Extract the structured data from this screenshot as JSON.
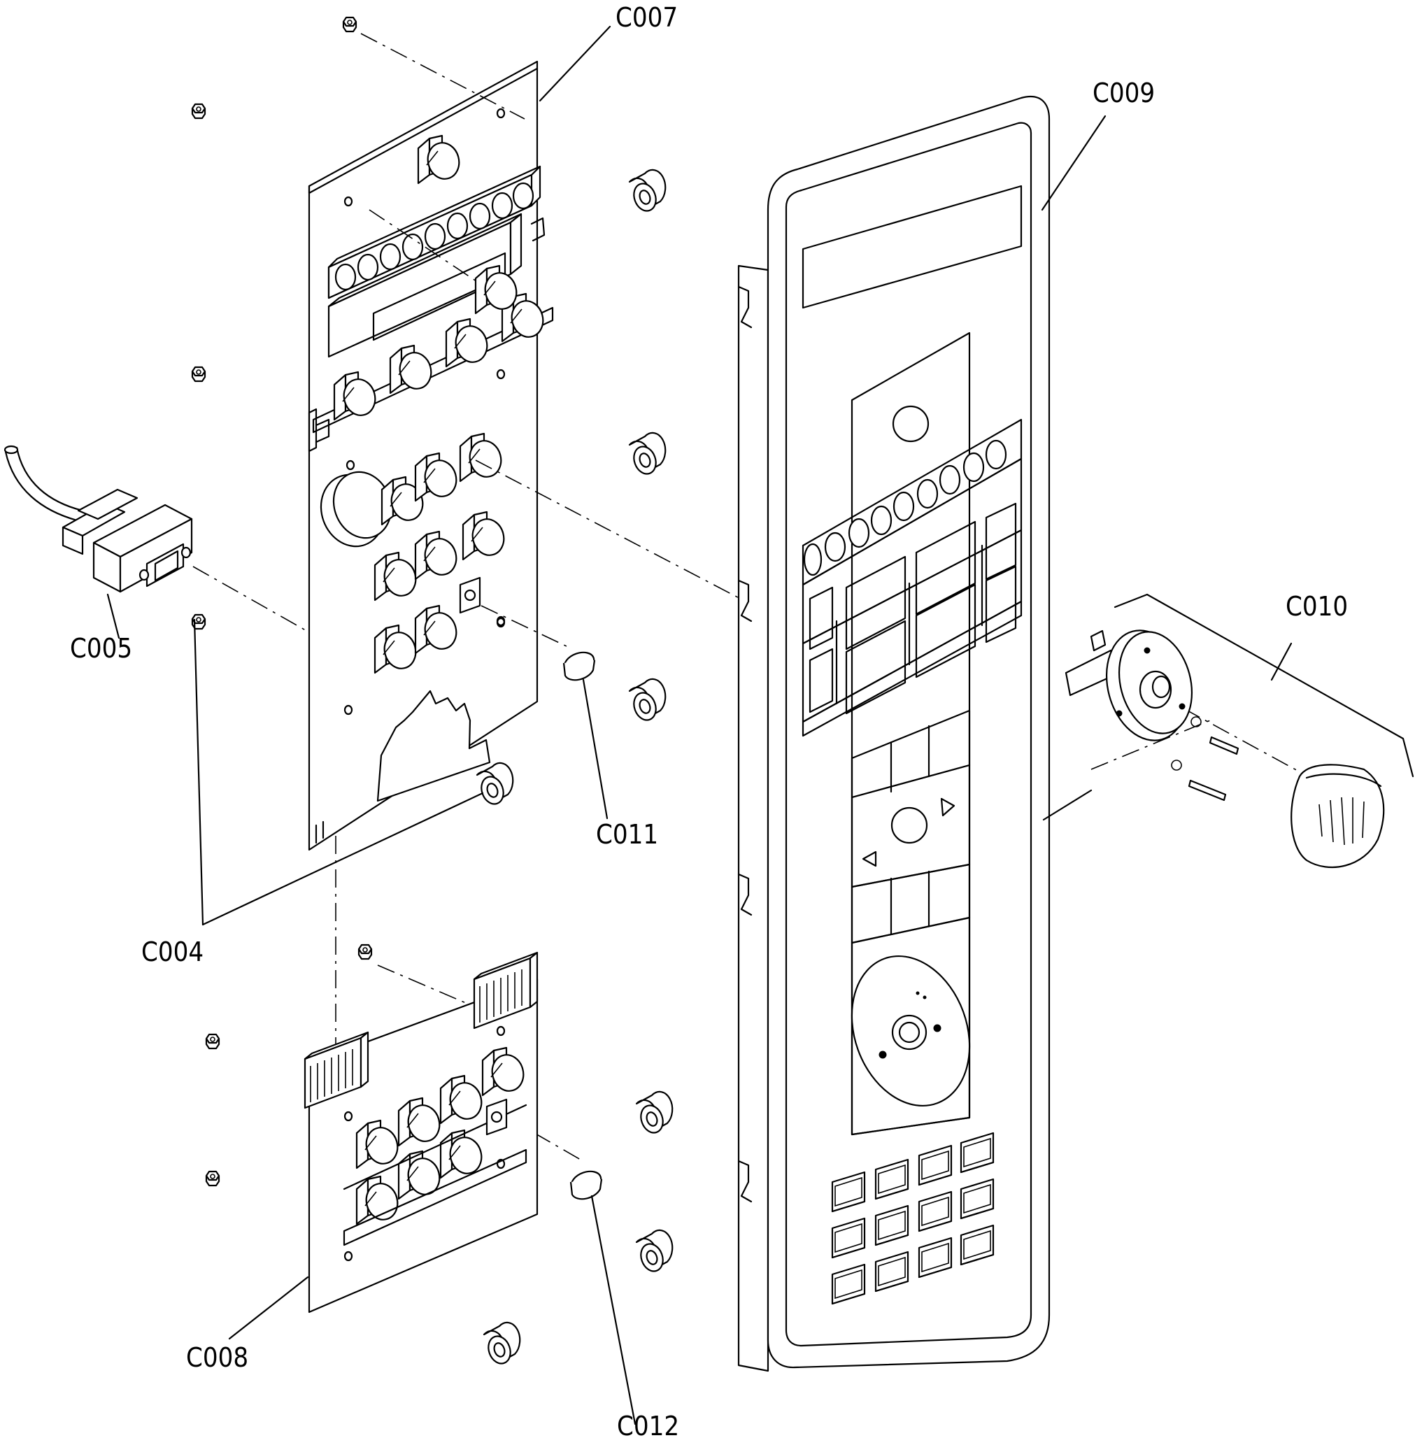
{
  "labels": {
    "c004": "C004",
    "c005": "C005",
    "c007": "C007",
    "c008": "C008",
    "c009": "C009",
    "c010": "C010",
    "c011": "C011",
    "c012": "C012"
  }
}
